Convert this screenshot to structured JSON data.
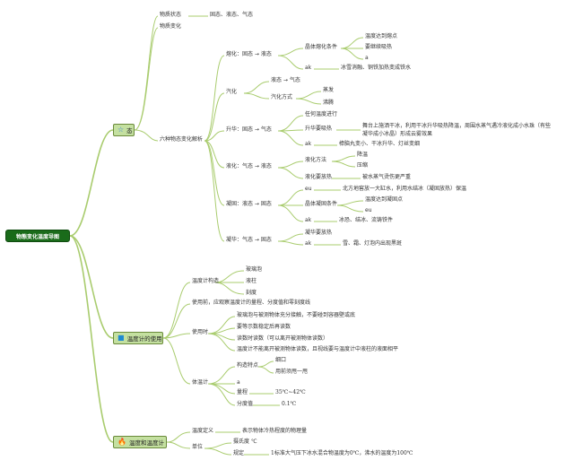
{
  "root": {
    "label": "物態变化温度导图"
  },
  "branches": {
    "state": {
      "label": "态",
      "icon": "star-icon",
      "items": {
        "wztx": "物质状态",
        "wztx_val": "固态、液态、气态",
        "wzbh": "物质变化",
        "lzbh": "六种物态变化解析"
      },
      "melt": {
        "label": "熔化：固态 → 液态",
        "cond": "晶体熔化条件",
        "c1": "温度达到熔点",
        "c2": "要继续吸热",
        "c3": "a",
        "ex_label": "ak",
        "ex": "冰雪消融、铜铁加热变成铁水"
      },
      "vapor": {
        "label": "汽化",
        "sub1": "液态 → 气态",
        "sub2": "汽化方式",
        "m1": "蒸发",
        "m2": "沸腾"
      },
      "sublim": {
        "label": "升华：固态 → 气态",
        "s1": "任何温度进行",
        "s2": "升华要吸热",
        "s2a": "舞台上施洒干冰，利用干冰升华吸热降温，周围水蒸气遇冷液化成小水珠（有些",
        "s2b": "凝华成小冰晶）形成云雾效果",
        "ex_label": "ak",
        "ex": "樟脑丸变小、干冰升华、灯丝变细"
      },
      "liquef": {
        "label": "液化：气态 → 液态",
        "method": "液化方法",
        "m1": "降温",
        "m2": "压缩",
        "heat": "液化要放热",
        "heat_ex": "被水蒸气烫伤更严重"
      },
      "solid": {
        "label": "凝固：液态 → 固态",
        "ex_label": "eu",
        "ex": "北方地窖放一大缸水，利用水结冰（凝固放热）保温",
        "cond": "晶体凝固条件",
        "c1": "温度达到凝固点",
        "c2": "eu",
        "ex2_label": "ak",
        "ex2": "冰恐、结冰、流铸铁件"
      },
      "desub": {
        "label": "凝华：气态 → 固态",
        "s1": "凝华要放热",
        "ex_label": "ak",
        "ex": "雪、霜、灯泡内出现黑斑"
      }
    },
    "usage": {
      "label": "温度计的使用",
      "icon": "square-icon",
      "struct": "温度计构造",
      "st1": "玻璃泡",
      "st2": "液柱",
      "st3": "刻度",
      "before": "使用前，应观察温度计的量程、分度值和零刻度线",
      "during": "使用时",
      "d1": "玻璃泡与被测物体充分接触，不要碰到容器壁或底",
      "d2": "要等示数稳定后再读数",
      "d3": "读数时读数（可以离开被测物体读数）",
      "d4": "温度计不能离开被测物体读数，且视线要与温度计中液柱的液面相平",
      "thermo": "体温计",
      "tf": "构造特点",
      "tf1": "细口",
      "tf2": "用前须甩一甩",
      "ta": "a",
      "range_label": "量程",
      "range_val": "35℃~42℃",
      "div_label": "分度值",
      "div_val": "0.1℃"
    },
    "temp": {
      "label": "温度和温度计",
      "icon": "fire-icon",
      "def": "温度定义",
      "def_val": "表示物体冷热程度的物理量",
      "unit": "单位",
      "u1": "摄氏度 ℃",
      "u2": "规定",
      "u2_val": "1标准大气压下冰水混合物温度为0℃，沸水的温度为100℃"
    }
  },
  "colors": {
    "line": "#a9cc6e",
    "node_fill": "#c4e0a0",
    "root_fill": "#1a6b1a",
    "star": "#3a7fd5",
    "square": "#1f8ad0",
    "fire": "#d9401a"
  }
}
